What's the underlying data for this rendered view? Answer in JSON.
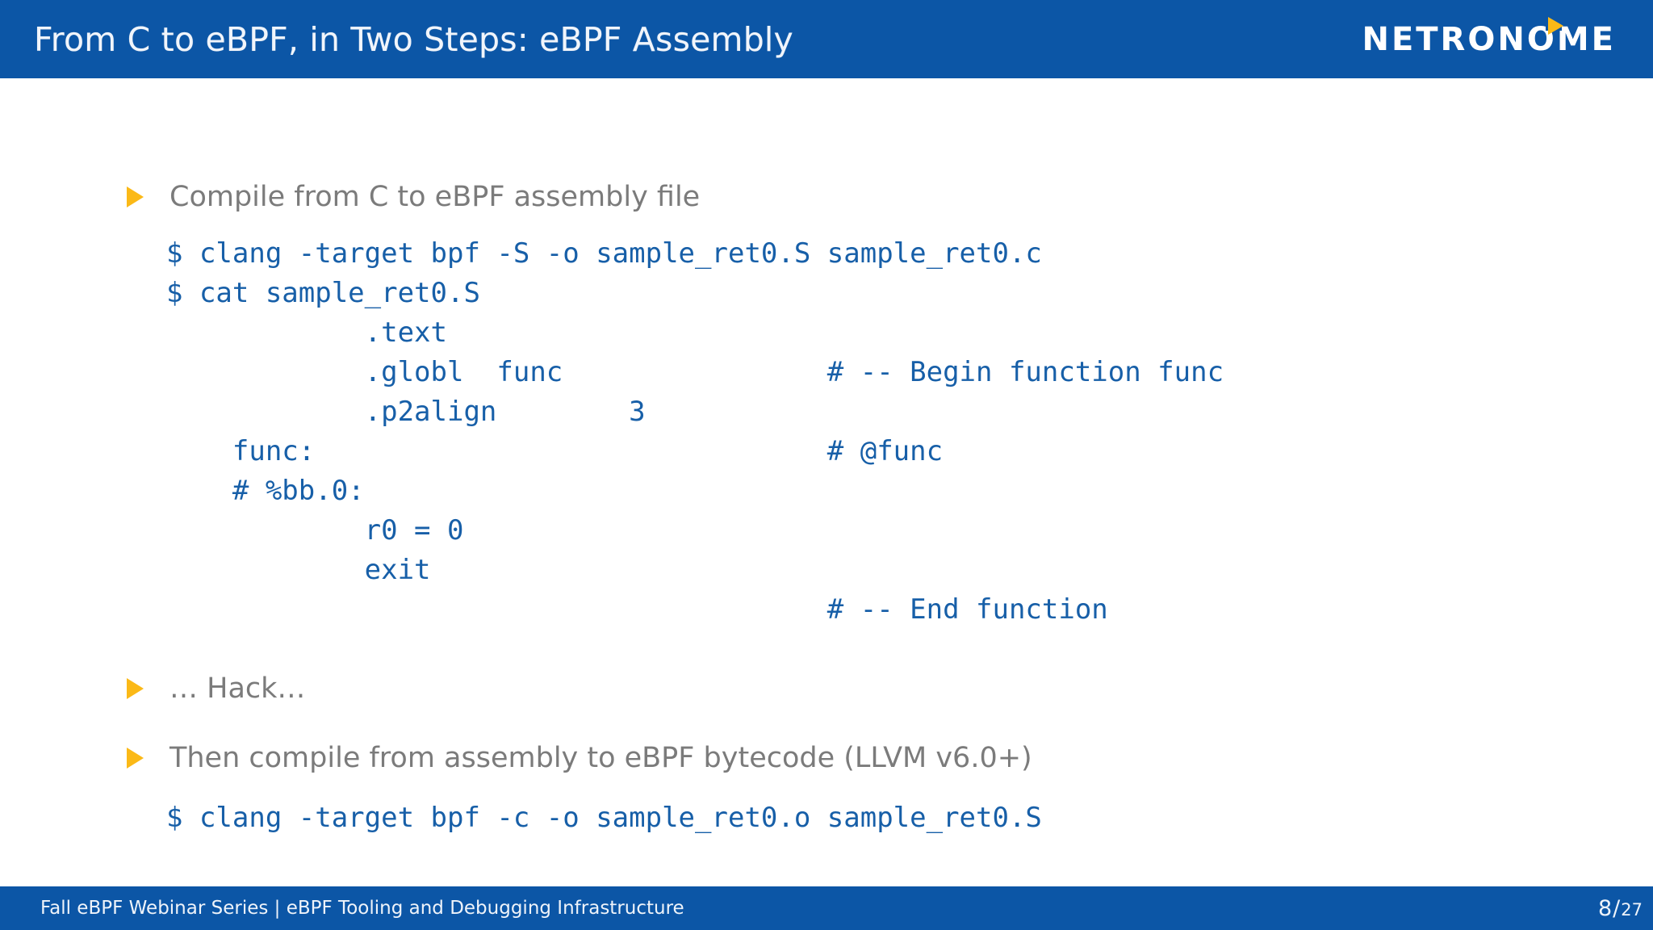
{
  "slide": {
    "title": "From C to eBPF, in Two Steps: eBPF Assembly",
    "logo": {
      "text_left": "NETRON",
      "o_char": "O",
      "text_right": "ME"
    },
    "bullets": [
      {
        "text": "Compile from C to eBPF assembly file"
      },
      {
        "text": "… Hack…"
      },
      {
        "text": "Then compile from assembly to eBPF bytecode (LLVM v6.0+)"
      }
    ],
    "code_block_1": [
      "$ clang -target bpf -S -o sample_ret0.S sample_ret0.c",
      "$ cat sample_ret0.S",
      "            .text",
      "            .globl  func                # -- Begin function func",
      "            .p2align        3",
      "    func:                               # @func",
      "    # %bb.0:",
      "            r0 = 0",
      "            exit",
      "                                        # -- End function"
    ],
    "code_block_2": [
      "$ clang -target bpf -c -o sample_ret0.o sample_ret0.S"
    ],
    "footer": {
      "left": "Fall eBPF Webinar Series | eBPF Tooling and Debugging Infrastructure",
      "page_current": "8",
      "page_separator": "/",
      "page_total": "27"
    },
    "colors": {
      "header_blue": "#0c56a6",
      "code_blue": "#175fa8",
      "body_gray": "#7b7b7b",
      "bullet_yellow": "#fbb917",
      "footer_text": "#eef3fa"
    }
  }
}
